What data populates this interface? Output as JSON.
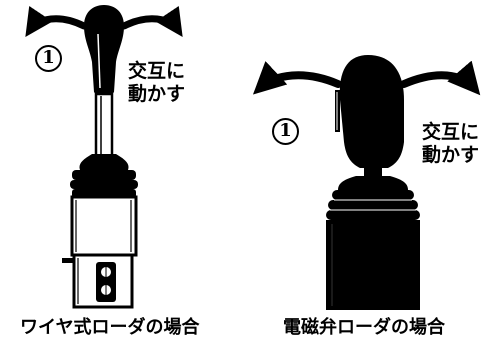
{
  "wire_type": {
    "step_number": "1",
    "instruction_line1": "交互に",
    "instruction_line2": "動かす",
    "caption": "ワイヤ式ローダの場合"
  },
  "solenoid_type": {
    "step_number": "1",
    "instruction_line1": "交互に",
    "instruction_line2": "動かす",
    "caption": "電磁弁ローダの場合"
  },
  "colors": {
    "ink": "#000000",
    "background": "#ffffff"
  }
}
